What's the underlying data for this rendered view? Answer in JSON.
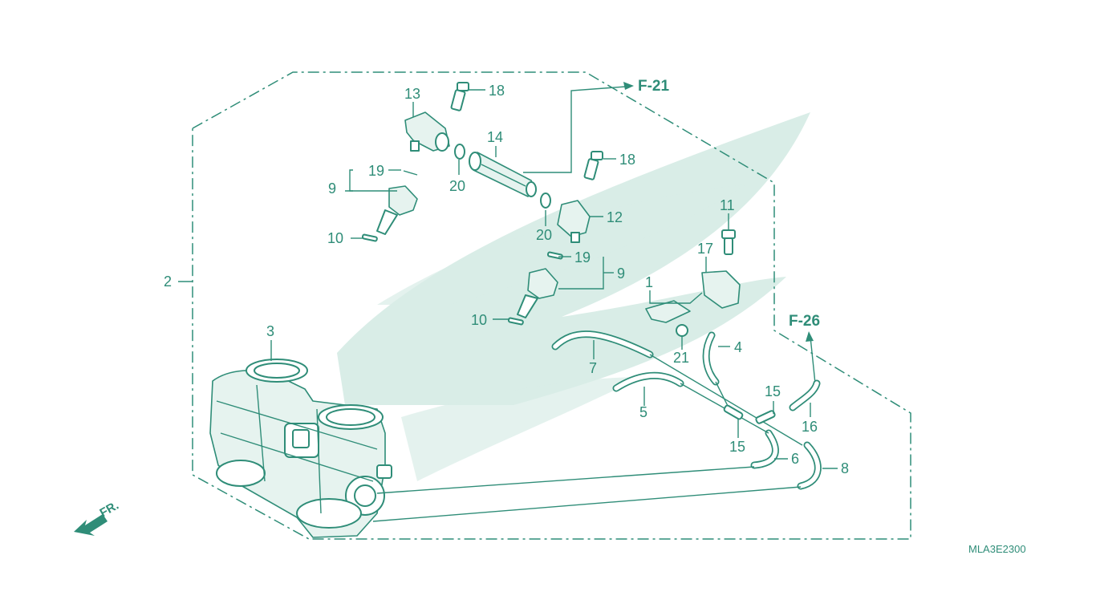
{
  "callouts": {
    "c1": "1",
    "c2": "2",
    "c3": "3",
    "c4": "4",
    "c5": "5",
    "c6": "6",
    "c7": "7",
    "c8": "8",
    "c9a": "9",
    "c9b": "9",
    "c10a": "10",
    "c10b": "10",
    "c11": "11",
    "c12": "12",
    "c13": "13",
    "c14": "14",
    "c15a": "15",
    "c15b": "15",
    "c16": "16",
    "c17": "17",
    "c18a": "18",
    "c18b": "18",
    "c19a": "19",
    "c19b": "19",
    "c20a": "20",
    "c20b": "20",
    "c21": "21"
  },
  "references": {
    "ref_top": "F-21",
    "ref_right": "F-26"
  },
  "direction": {
    "label": "FR."
  },
  "diagram_code": "MLA3E2300",
  "colors": {
    "line": "#2f8d78",
    "watermark": "#d9ede7"
  }
}
